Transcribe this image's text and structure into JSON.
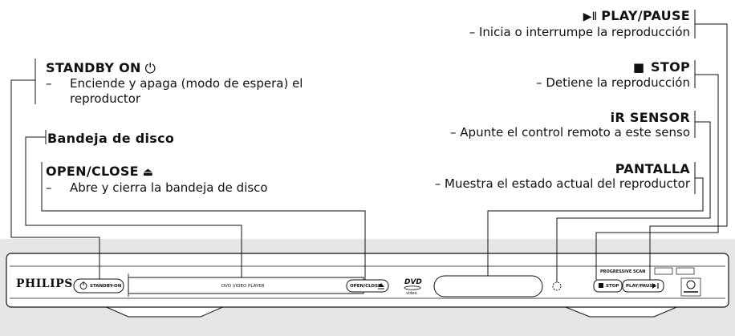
{
  "annotations": {
    "standby": {
      "title": "STANDBY ON",
      "dash": "–",
      "desc_line1": "Enciende y apaga (modo de espera) el",
      "desc_line2": "reproductor"
    },
    "tray": {
      "title": "Bandeja de disco"
    },
    "open_close": {
      "title": "OPEN/CLOSE",
      "dash": "–",
      "desc": "Abre y cierra la bandeja de disco"
    },
    "play_pause": {
      "title": "PLAY/PAUSE",
      "desc": "– Inicia o interrumpe la reproducción"
    },
    "stop": {
      "title": "STOP",
      "desc": "– Detiene la reproducción"
    },
    "ir_sensor": {
      "title": "iR SENSOR",
      "desc": "– Apunte el control remoto a este senso"
    },
    "display": {
      "title": "PANTALLA",
      "desc": "– Muestra el estado actual del reproductor"
    }
  },
  "device": {
    "brand": "PHILIPS",
    "standby_label": "STANDBY-ON",
    "tray_label": "DVD VIDEO PLAYER",
    "open_close_label": "OPEN/CLOSE",
    "dvd_logo": "DVD",
    "dvd_logo_sub": "video",
    "stop_label": "STOP",
    "play_pause_label": "PLAY/PAUSE",
    "progressive_label": "PROGRESSIVE SCAN"
  },
  "colors": {
    "panel_bg": "#e6e6e6",
    "device_body": "#ffffff",
    "line": "#111111"
  }
}
